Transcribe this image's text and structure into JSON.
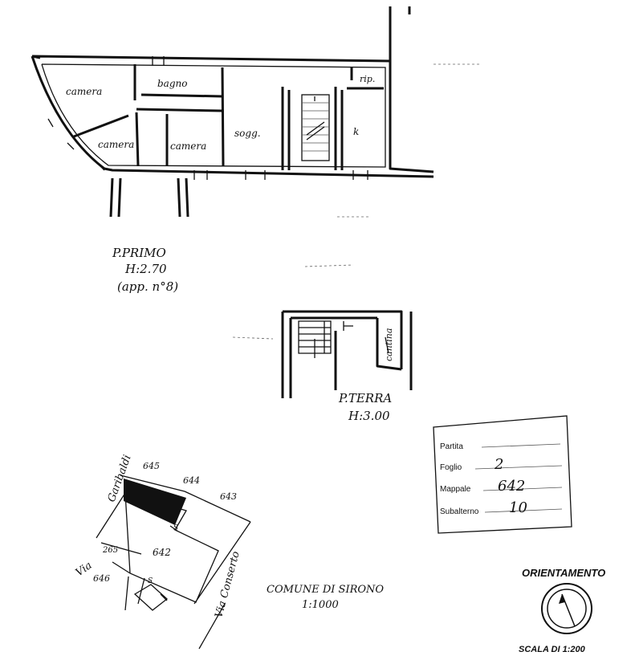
{
  "first_floor": {
    "rooms": [
      "camera",
      "bagno",
      "camera",
      "camera",
      "sogg.",
      "k",
      "rip."
    ],
    "label": "P.PRIMO",
    "height": "H:2.70",
    "unit": "(app. n°8)"
  },
  "ground_floor": {
    "rooms": [
      "cantina"
    ],
    "label": "P.TERRA",
    "height": "H:3.00"
  },
  "site_plan": {
    "streets": [
      "Garibaldi",
      "Via",
      "Via Conserto"
    ],
    "parcels": [
      "645",
      "644",
      "643",
      "642",
      "265",
      "646"
    ],
    "marks": [
      "S",
      "S"
    ],
    "municipality": "COMUNE DI SIRONO",
    "scale": "1:1000"
  },
  "cadastral_box": {
    "rows": [
      {
        "label": "Partita",
        "value": ""
      },
      {
        "label": "Foglio",
        "value": "2"
      },
      {
        "label": "Mappale",
        "value": "642"
      },
      {
        "label": "Subalterno",
        "value": "10"
      }
    ]
  },
  "orientation": {
    "title": "ORIENTAMENTO",
    "scale": "SCALA DI 1:200"
  }
}
